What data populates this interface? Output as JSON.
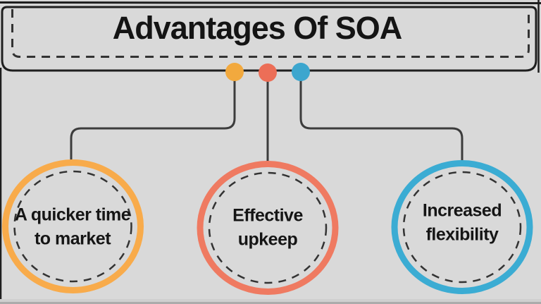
{
  "header": {
    "title": "Advantages Of SOA"
  },
  "colors": {
    "background": "#D9D9D9",
    "frame_line": "#1E1E1E",
    "box_border": "#1F1F1F",
    "dashed_border": "#333333",
    "connector": "#3C3C3C",
    "title_text": "#141414",
    "label_text": "#151515",
    "bottom_band": "#CFCFCF",
    "bottom_edge": "#ABABAB"
  },
  "advantages": [
    {
      "id": "quicker-time-to-market",
      "label": "A quicker time to market",
      "line1": "A quicker time",
      "line2": "to market",
      "ring_color": "#F8AB4B",
      "dot_color": "#F2A93E"
    },
    {
      "id": "effective-upkeep",
      "label": "Effective upkeep",
      "line1": "Effective",
      "line2": "upkeep",
      "ring_color": "#EF7A61",
      "dot_color": "#EC6E57"
    },
    {
      "id": "increased-flexibility",
      "label": "Increased flexibility",
      "line1": "Increased",
      "line2": "flexibility",
      "ring_color": "#3BACD3",
      "dot_color": "#3CA6CE"
    }
  ]
}
